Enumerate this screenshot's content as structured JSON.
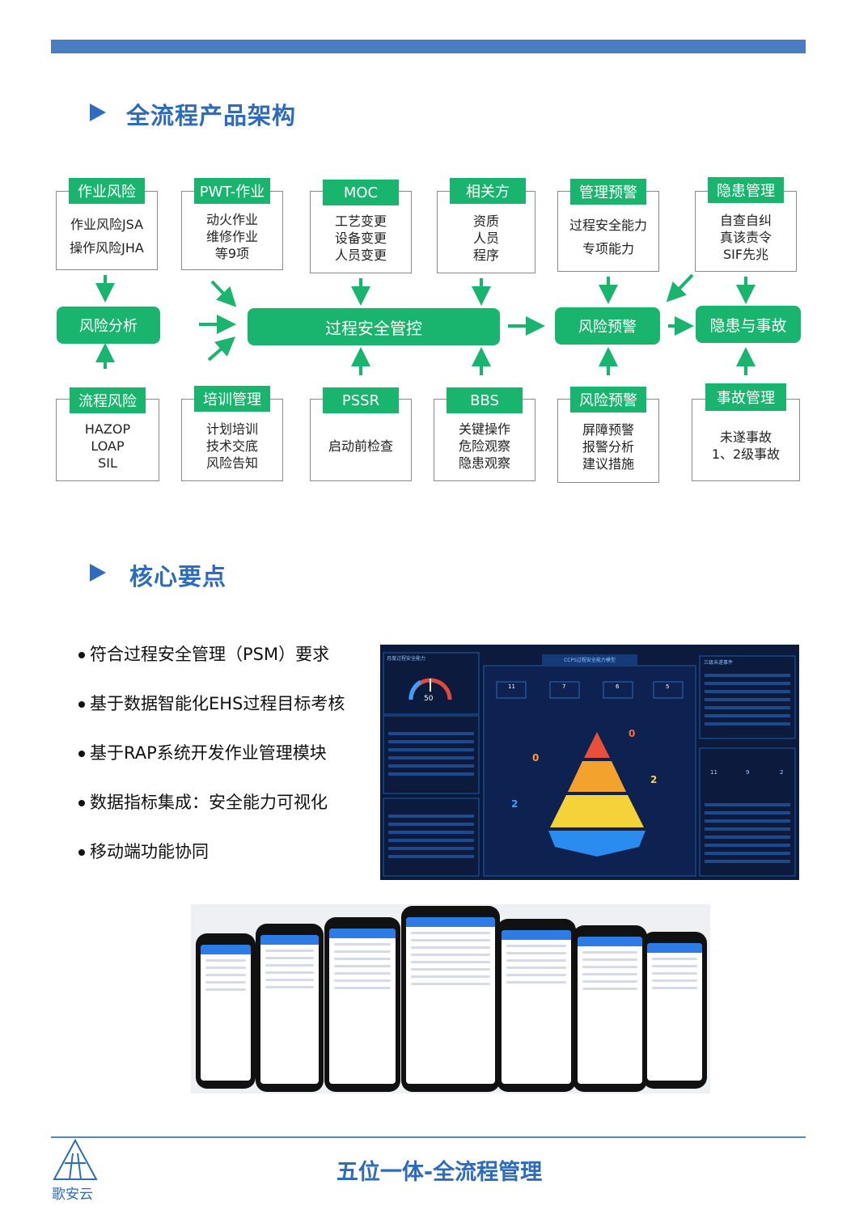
{
  "header": {
    "accent": "#4a7dc0"
  },
  "sections": {
    "architecture_title": "全流程产品架构",
    "key_points_title": "核心要点"
  },
  "top_boxes": [
    {
      "tag": "作业风险",
      "lines": [
        "作业风险JSA",
        "操作风险JHA"
      ]
    },
    {
      "tag": "PWT-作业",
      "lines": [
        "动火作业",
        "维修作业",
        "等9项"
      ]
    },
    {
      "tag": "MOC",
      "lines": [
        "工艺变更",
        "设备变更",
        "人员变更"
      ]
    },
    {
      "tag": "相关方",
      "lines": [
        "资质",
        "人员",
        "程序"
      ]
    },
    {
      "tag": "管理预警",
      "lines": [
        "过程安全能力",
        "专项能力"
      ]
    },
    {
      "tag": "隐患管理",
      "lines": [
        "自查自纠",
        "真该责令",
        "SIF先兆"
      ]
    }
  ],
  "middle_row": {
    "risk_analysis": "风险分析",
    "process_control": "过程安全管控",
    "risk_warning": "风险预警",
    "hazard_accident": "隐患与事故"
  },
  "bottom_boxes": [
    {
      "tag": "流程风险",
      "lines": [
        "HAZOP",
        "LOAP",
        "SIL"
      ]
    },
    {
      "tag": "培训管理",
      "lines": [
        "计划培训",
        "技术交底",
        "风险告知"
      ]
    },
    {
      "tag": "PSSR",
      "lines": [
        "启动前检查"
      ]
    },
    {
      "tag": "BBS",
      "lines": [
        "关键操作",
        "危险观察",
        "隐患观察"
      ]
    },
    {
      "tag": "风险预警",
      "lines": [
        "屏障预警",
        "报警分析",
        "建议措施"
      ]
    },
    {
      "tag": "事故管理",
      "lines": [
        "未遂事故",
        "1、2级事故"
      ]
    }
  ],
  "key_points": [
    "符合过程安全管理（PSM）要求",
    "基于数据智能化EHS过程目标考核",
    "基于RAP系统开发作业管理模块",
    "数据指标集成：安全能力可视化",
    "移动端功能协同"
  ],
  "dashboard": {
    "left_panel_title": "月度过程安全能力",
    "center_title": "CCPS过程安全能力模型",
    "right_panel_title": "三级未遂事件",
    "gauge_value": "50",
    "counts": [
      "11",
      "7",
      "6",
      "5"
    ],
    "pyramid_values": [
      "0",
      "0",
      "2",
      "2"
    ],
    "stats": [
      "11",
      "9",
      "2"
    ]
  },
  "colors": {
    "green": "#19b46d",
    "blue_title": "#2e6bb8",
    "dash_bg": "#0b1a3d"
  },
  "footer": {
    "title": "五位一体-全流程管理",
    "logo_text": "歌安云"
  }
}
